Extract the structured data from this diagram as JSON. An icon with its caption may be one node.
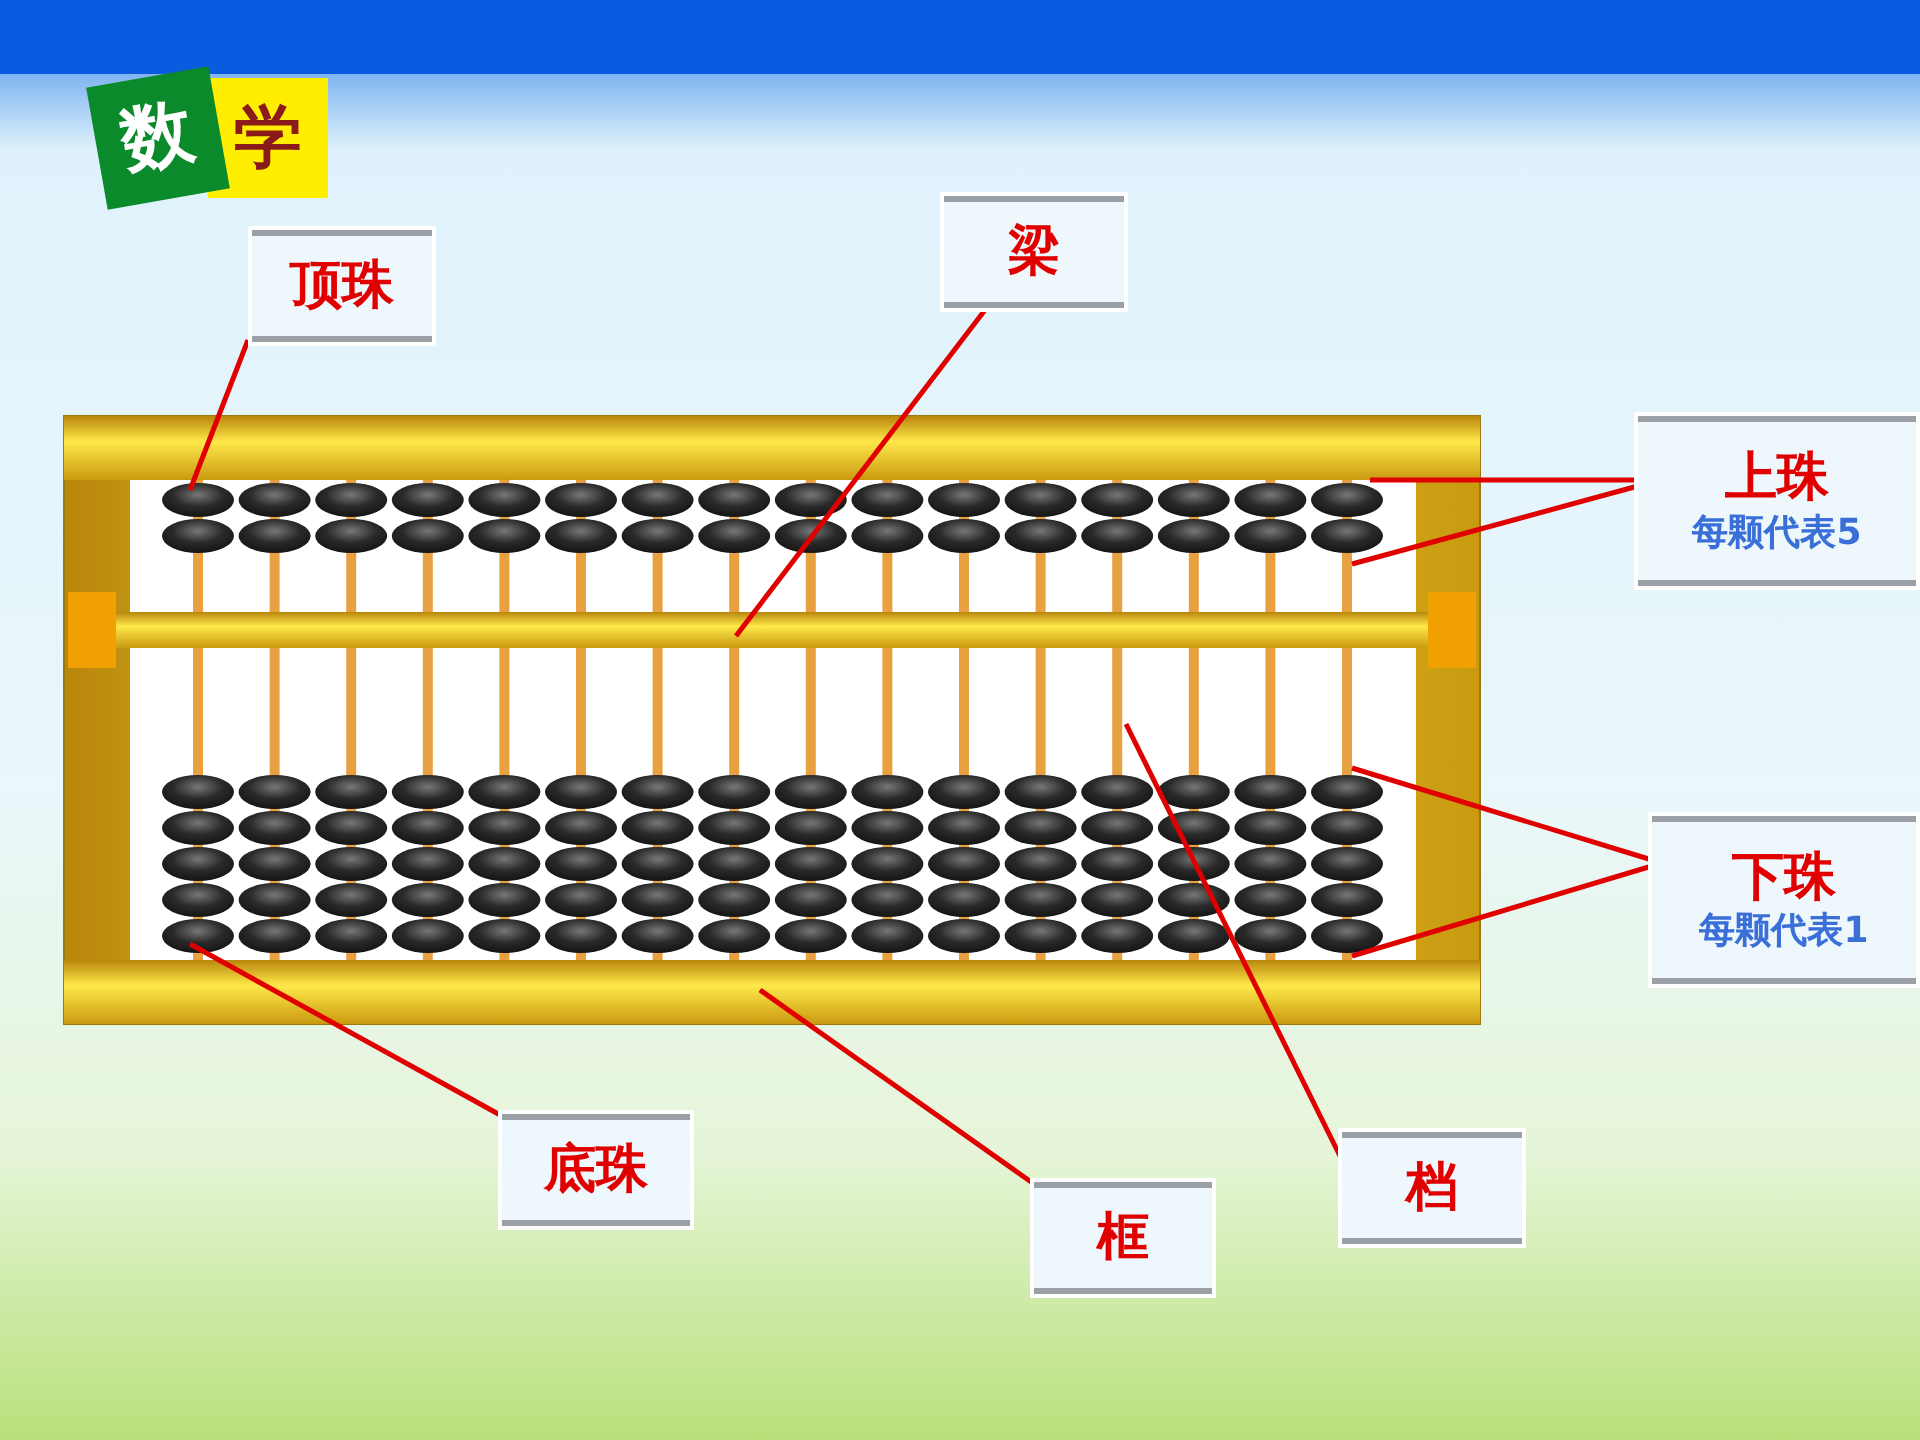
{
  "diagram": {
    "nodes": [
      {
        "text": [
          "顶珠"
        ]
      },
      {
        "text": [
          "梁"
        ]
      },
      {
        "text": [
          "上珠",
          "每颗代表5"
        ]
      },
      {
        "text": [
          "下珠",
          "每颗代表1"
        ]
      },
      {
        "text": [
          "底珠"
        ]
      },
      {
        "text": [
          "框"
        ]
      },
      {
        "text": [
          "档"
        ]
      }
    ],
    "edges": [
      {
        "from": 0,
        "to": null,
        "arrow": "none"
      },
      {
        "from": 1,
        "to": null,
        "arrow": "none"
      },
      {
        "from": 2,
        "to": null,
        "arrow": "none"
      },
      {
        "from": 2,
        "to": null,
        "arrow": "none"
      },
      {
        "from": 3,
        "to": null,
        "arrow": "none"
      },
      {
        "from": 3,
        "to": null,
        "arrow": "none"
      },
      {
        "from": 4,
        "to": null,
        "arrow": "none"
      },
      {
        "from": 5,
        "to": null,
        "arrow": "none"
      },
      {
        "from": 6,
        "to": null,
        "arrow": "none"
      }
    ],
    "labels": [
      "数",
      "学"
    ]
  }
}
